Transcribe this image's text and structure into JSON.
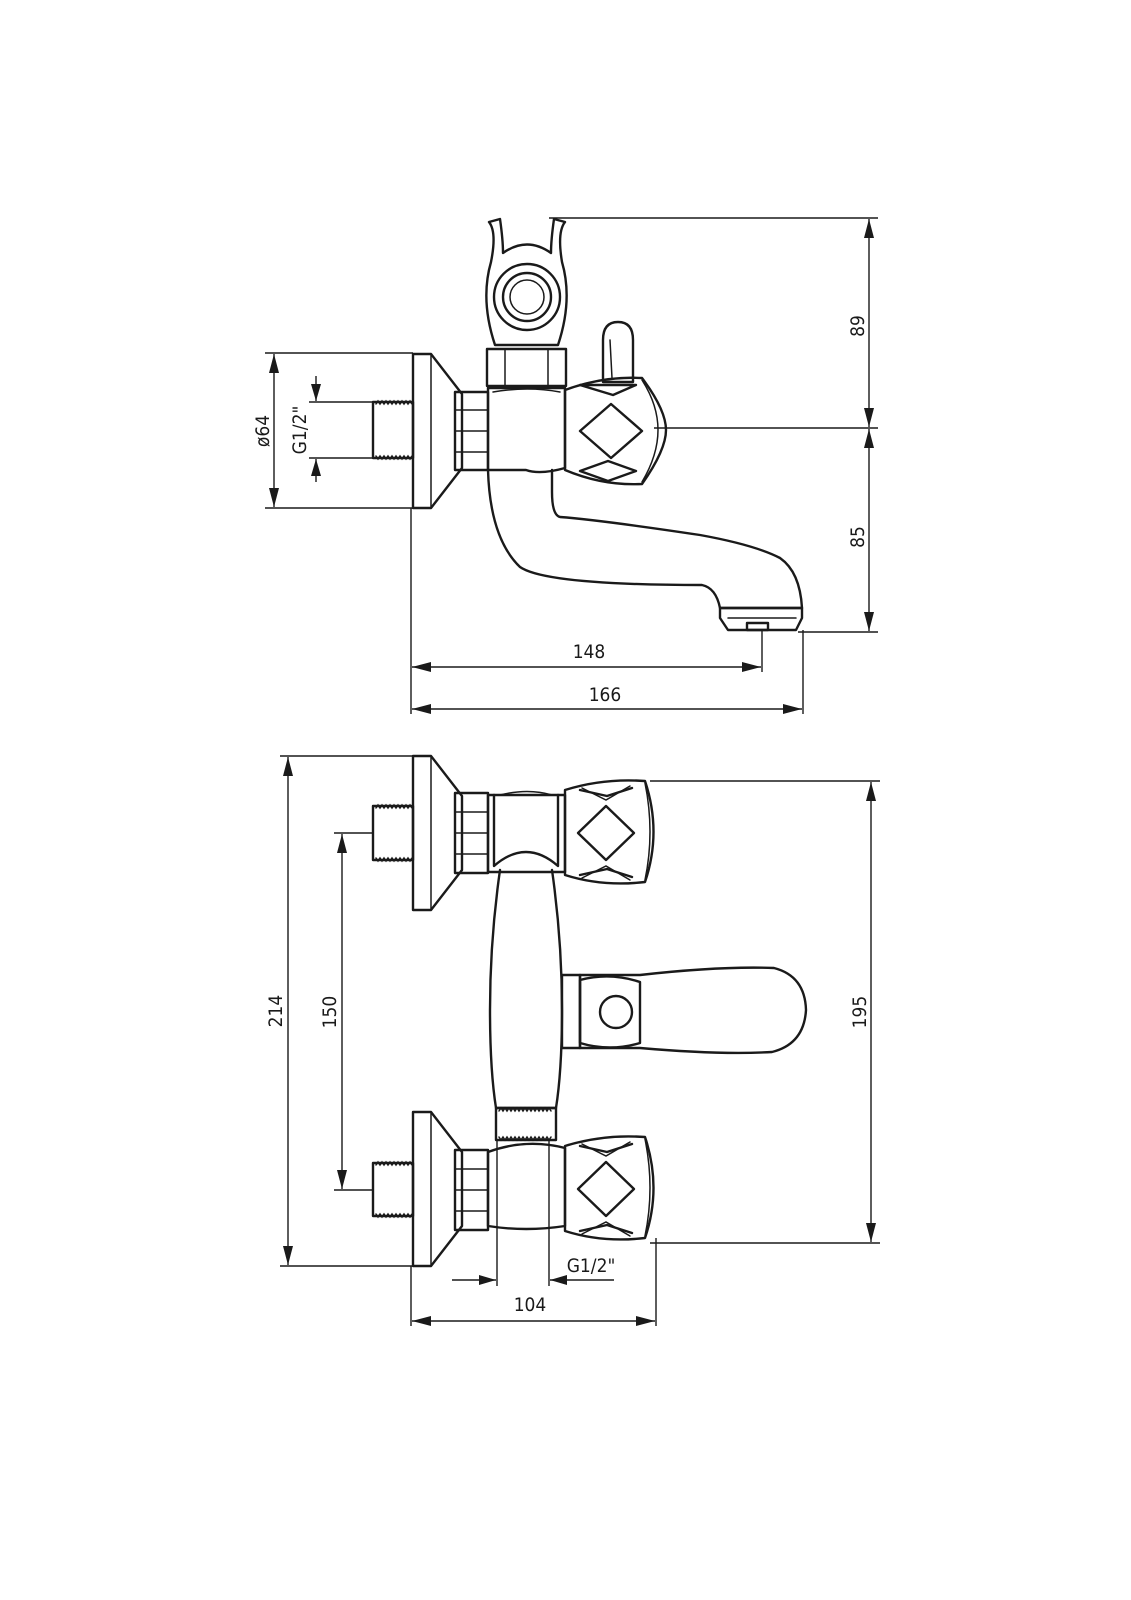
{
  "dimensions": {
    "side_view": {
      "height_top": "89",
      "height_spout": "85",
      "flange_diameter": "ø64",
      "inlet_thread": "G1/2\"",
      "spout_reach": "148",
      "overall_depth": "166"
    },
    "front_view": {
      "overall_height": "214",
      "inlet_spacing": "150",
      "handle_span": "195",
      "outlet_thread": "G1/2\"",
      "depth": "104"
    }
  }
}
